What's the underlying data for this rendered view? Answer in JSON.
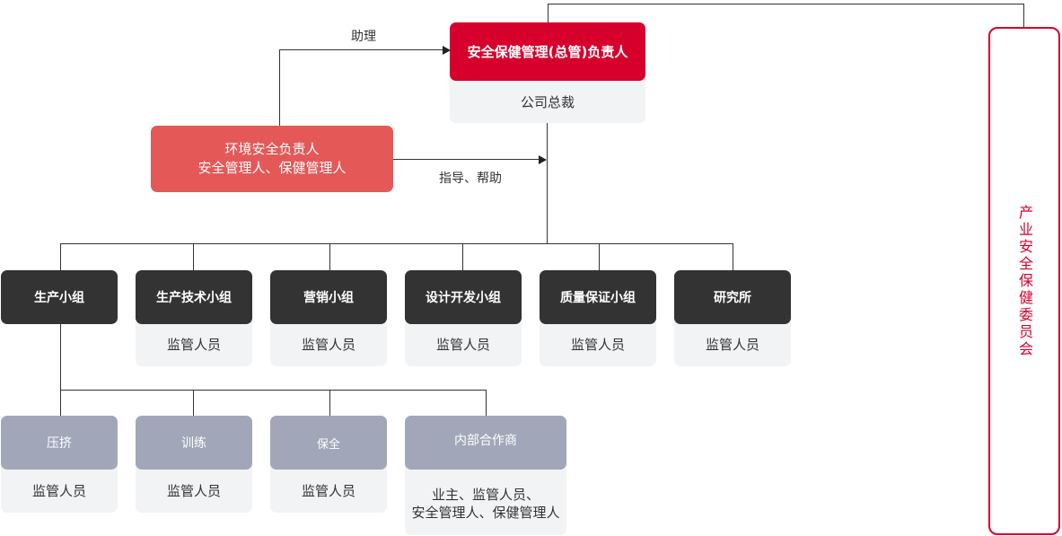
{
  "top": {
    "title": "安全保健管理(总管)负责人",
    "subtitle": "公司总裁"
  },
  "assistant_label": "助理",
  "guidance_label": "指导、帮助",
  "environment": {
    "line1": "环境安全负责人",
    "line2": "安全管理人、保健管理人"
  },
  "committee": "产业安全保健委员会",
  "groups": [
    {
      "name": "生产小组",
      "sub": ""
    },
    {
      "name": "生产技术小组",
      "sub": "监管人员"
    },
    {
      "name": "营销小组",
      "sub": "监管人员"
    },
    {
      "name": "设计开发小组",
      "sub": "监管人员"
    },
    {
      "name": "质量保证小组",
      "sub": "监管人员"
    },
    {
      "name": "研究所",
      "sub": "监管人员"
    }
  ],
  "subgroups": [
    {
      "name": "压挤",
      "sub": "监管人员"
    },
    {
      "name": "训练",
      "sub": "监管人员"
    },
    {
      "name": "保全",
      "sub": "监管人员"
    },
    {
      "name": "内部合作商",
      "sub_line1": "业主、监管人员、",
      "sub_line2": "安全管理人、保健管理人"
    }
  ],
  "colors": {
    "brand_red": "#d7002c",
    "coral": "#e45858",
    "dark": "#333333",
    "slate": "#a1a7b8",
    "light_grey": "#f2f3f5"
  }
}
